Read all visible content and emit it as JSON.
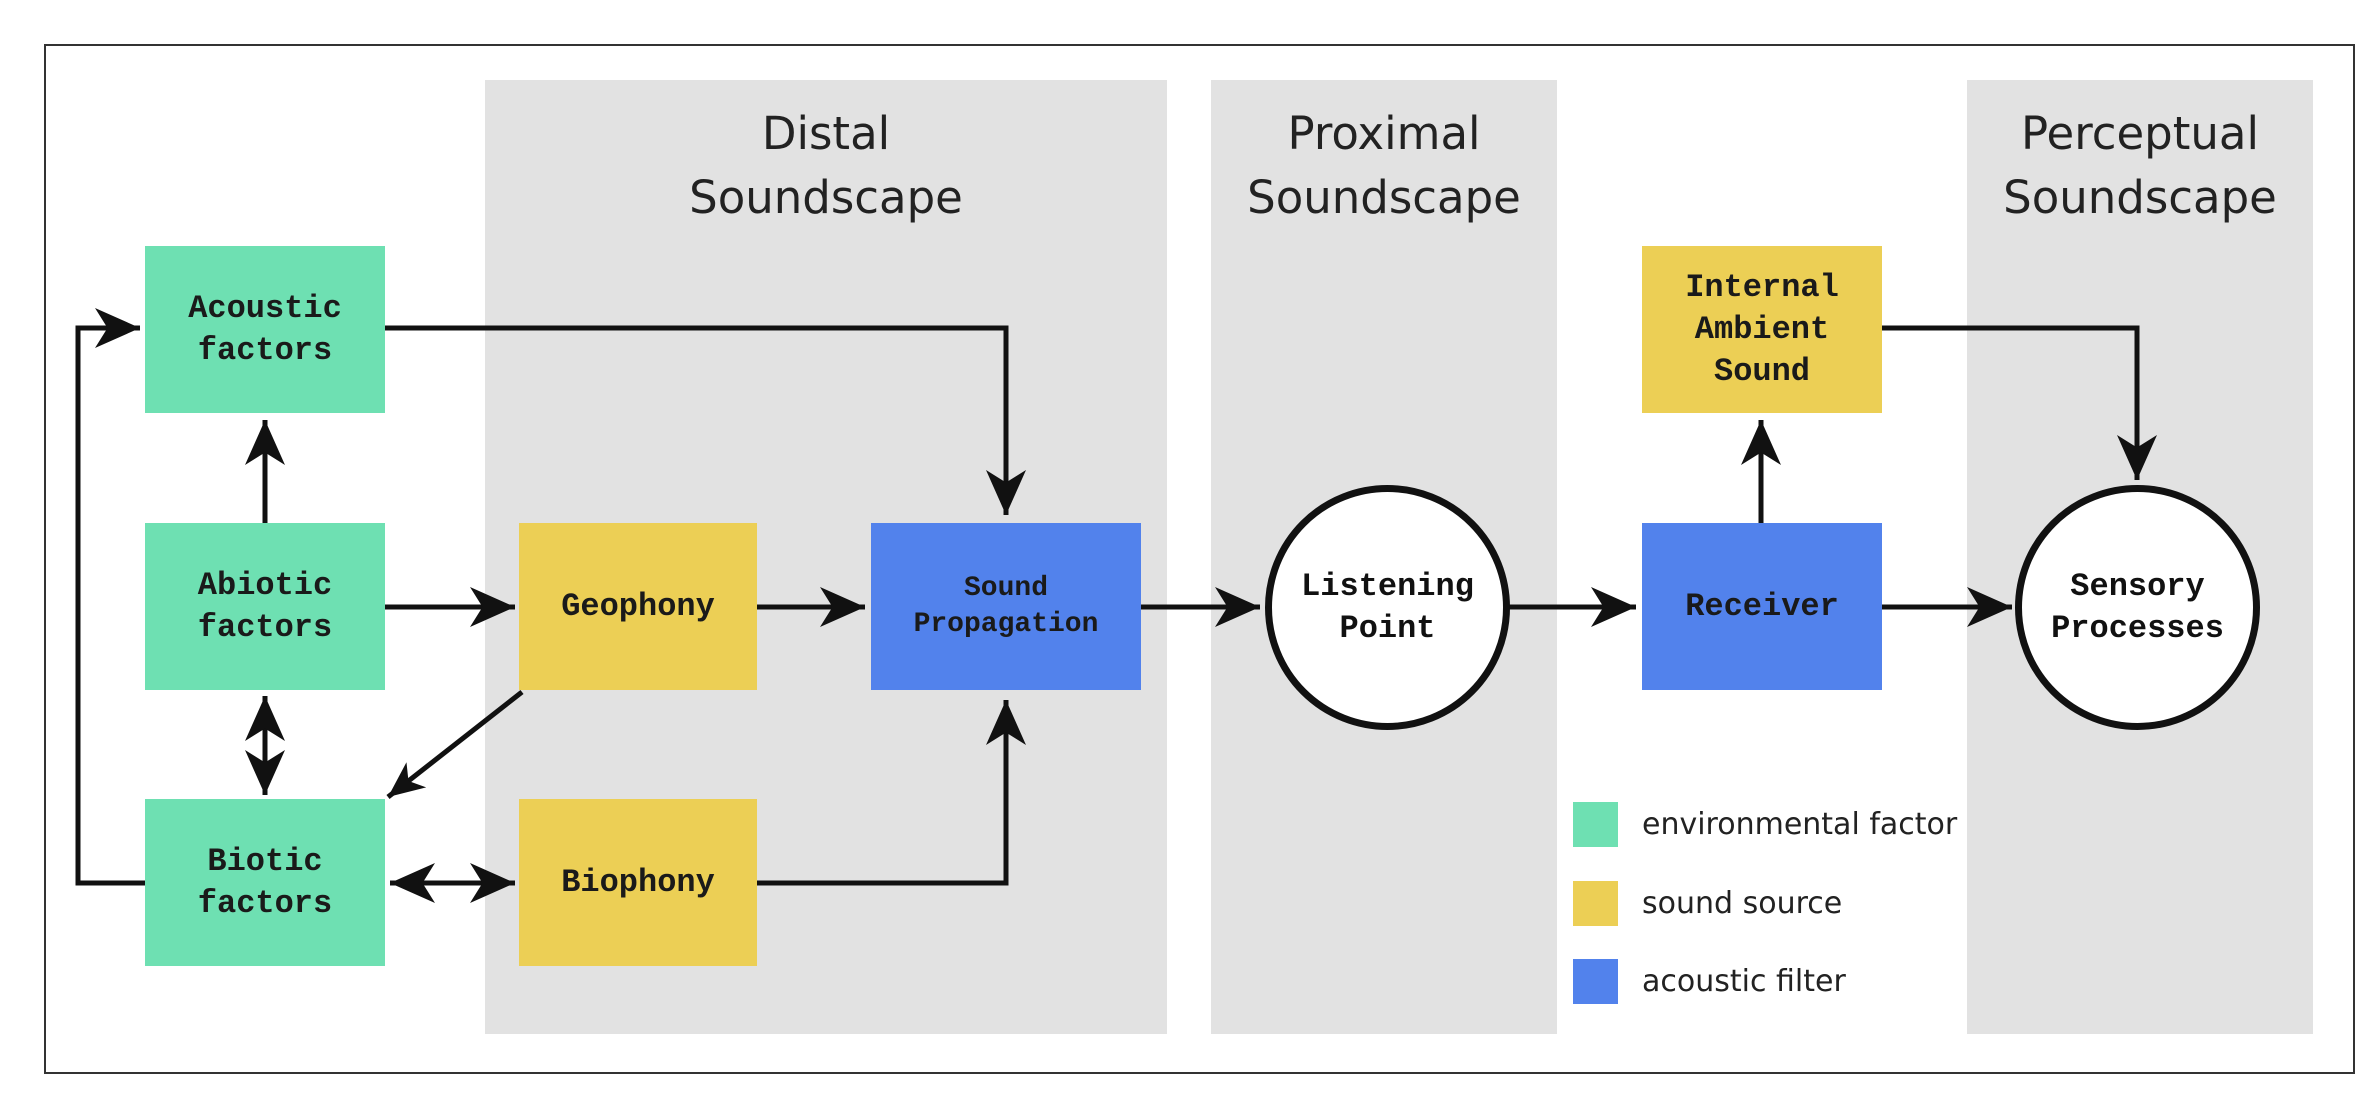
{
  "colors": {
    "environmental_factor": "#6ee0b2",
    "sound_source": "#eccf55",
    "acoustic_filter": "#5282ec",
    "band": "#e2e2e2",
    "line": "#111111"
  },
  "bands": {
    "distal": "Distal\nSoundscape",
    "proximal": "Proximal\nSoundscape",
    "perceptual": "Perceptual\nSoundscape"
  },
  "nodes": {
    "acoustic_factors": "Acoustic\nfactors",
    "abiotic_factors": "Abiotic\nfactors",
    "biotic_factors": "Biotic\nfactors",
    "geophony": "Geophony",
    "biophony": "Biophony",
    "sound_propagation": "Sound\nPropagation",
    "listening_point": "Listening\nPoint",
    "receiver": "Receiver",
    "internal_ambient_sound": "Internal\nAmbient\nSound",
    "sensory_processes": "Sensory\nProcesses"
  },
  "legend": [
    {
      "label": "environmental factor",
      "color": "#6ee0b2"
    },
    {
      "label": "sound source",
      "color": "#eccf55"
    },
    {
      "label": "acoustic filter",
      "color": "#5282ec"
    }
  ]
}
